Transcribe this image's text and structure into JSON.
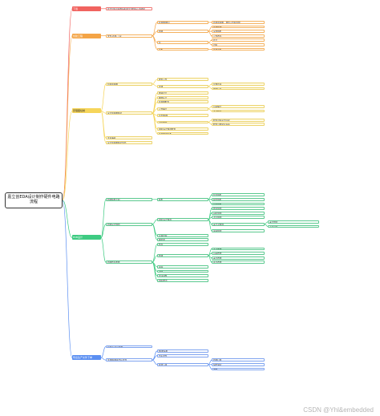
{
  "root": "嘉立创EDA设计制作硬件电路流程",
  "watermark": "CSDN @Yhl&embedded",
  "branches": [
    {
      "label": "下载",
      "color": "#f1635f",
      "children": [
        {
          "label": "嘉立创专业版EDA和嘉立创EDA下载地址"
        }
      ]
    },
    {
      "label": "创建工程",
      "color": "#f4a446",
      "children": [
        {
          "label": "文件-新建-工程",
          "children": [
            {
              "label": "原理图/图页",
              "children": [
                {
                  "label": "新建原理图、放置元件和连线"
                }
              ]
            },
            {
              "label": "PCB",
              "children": [
                {
                  "label": "新建PCB"
                },
                {
                  "label": "设置板框"
                },
                {
                  "label": "元件布局"
                }
              ]
            },
            {
              "label": "库",
              "children": [
                {
                  "label": "符号"
                },
                {
                  "label": "封装"
                }
              ]
            },
            {
              "label": "面板",
              "children": [
                {
                  "label": "新建面板"
                }
              ]
            }
          ]
        }
      ]
    },
    {
      "label": "原理图绘制",
      "color": "#f6d55a",
      "children": [
        {
          "label": "绘制原理图",
          "children": [
            {
              "label": "放置元件"
            },
            {
              "label": "连线",
              "children": [
                {
                  "label": "导线连接"
                },
                {
                  "label": "网络标签"
                }
              ]
            }
          ]
        },
        {
          "label": "设计原理图规范",
          "children": [
            {
              "label": "电源符号"
            },
            {
              "label": "网络标号"
            },
            {
              "label": "原理图检查"
            },
            {
              "label": "元件编号",
              "children": [
                {
                  "label": "自动编号"
                },
                {
                  "label": "手动编号"
                }
              ]
            },
            {
              "label": "导出BOM"
            },
            {
              "label": "封装检查",
              "children": [
                {
                  "label": "检查封装是否匹配"
                },
                {
                  "label": "检查引脚对应关系"
                }
              ]
            },
            {
              "label": "DRC设计规则检查"
            },
            {
              "label": "原理图转PCB"
            }
          ]
        },
        {
          "label": "注意事项"
        },
        {
          "label": "设计原理图规范文档"
        }
      ]
    },
    {
      "label": "PCB设计",
      "color": "#3ecb82",
      "children": [
        {
          "label": "PCB板框绘制",
          "children": [
            {
              "label": "板框",
              "children": [
                {
                  "label": "矩形板框"
                },
                {
                  "label": "圆形板框"
                },
                {
                  "label": "异形板框"
                }
              ]
            }
          ]
        },
        {
          "label": "PCB设计规则",
          "children": [
            {
              "label": "DRC设计规则",
              "children": [
                {
                  "label": "线宽规则"
                },
                {
                  "label": "间距规则"
                },
                {
                  "label": "过孔规则"
                },
                {
                  "label": "差分对规则",
                  "children": [
                    {
                      "label": "差分线宽"
                    },
                    {
                      "label": "差分间距"
                    }
                  ]
                },
                {
                  "label": "铺铜规则"
                }
              ]
            },
            {
              "label": "层叠管理"
            },
            {
              "label": "网络类"
            }
          ]
        },
        {
          "label": "PCB布局布线",
          "children": [
            {
              "label": "布局"
            },
            {
              "label": "布线",
              "children": [
                {
                  "label": "手动布线"
                },
                {
                  "label": "自动布线"
                },
                {
                  "label": "差分布线"
                },
                {
                  "label": "等长布线"
                }
              ]
            },
            {
              "label": "铺铜"
            },
            {
              "label": "泪滴"
            },
            {
              "label": "丝印调整"
            },
            {
              "label": "DRC检查"
            }
          ]
        }
      ]
    },
    {
      "label": "导出生产文件下单",
      "color": "#5b8ff2",
      "children": [
        {
          "label": "导出Gerber文件"
        },
        {
          "label": "生成BOM和坐标文件",
          "children": [
            {
              "label": "BOM清单"
            },
            {
              "label": "坐标文件"
            },
            {
              "label": "在线下单",
              "children": [
                {
                  "label": "PCB打样"
                },
                {
                  "label": "SMT贴片"
                },
                {
                  "label": "钢网"
                }
              ]
            }
          ]
        }
      ]
    }
  ]
}
